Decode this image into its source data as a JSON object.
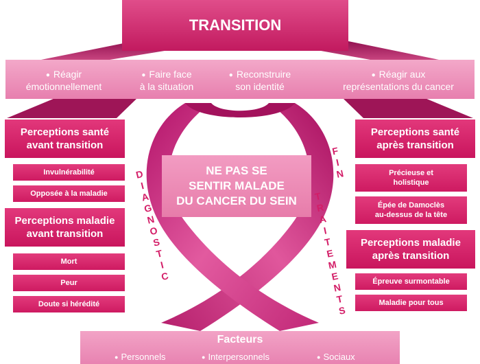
{
  "title": "TRANSITION",
  "reactions": [
    {
      "line1": "Réagir",
      "line2": "émotionnellement"
    },
    {
      "line1": "Faire face",
      "line2": "à la situation"
    },
    {
      "line1": "Reconstruire",
      "line2": "son identité"
    },
    {
      "line1": "Réagir aux",
      "line2": "représentations du cancer"
    }
  ],
  "left": {
    "health_title_1": "Perceptions santé",
    "health_title_2": "avant transition",
    "health_items": [
      "Invulnérabilité",
      "Opposée à la maladie"
    ],
    "illness_title_1": "Perceptions maladie",
    "illness_title_2": "avant transition",
    "illness_items": [
      "Mort",
      "Peur",
      "Doute si hérédité"
    ]
  },
  "right": {
    "health_title_1": "Perceptions santé",
    "health_title_2": "après transition",
    "health_items": [
      {
        "line1": "Précieuse et",
        "line2": "holistique"
      },
      {
        "line1": "Épée de Damoclès",
        "line2": "au-dessus de la tête"
      }
    ],
    "illness_title_1": "Perceptions maladie",
    "illness_title_2": "après transition",
    "illness_items": [
      "Épreuve surmontable",
      "Maladie pour tous"
    ]
  },
  "center": {
    "line1": "NE PAS SE",
    "line2": "SENTIR MALADE",
    "line3": "DU CANCER DU SEIN"
  },
  "labels": {
    "diagnostic": [
      "D",
      "I",
      "A",
      "G",
      "N",
      "O",
      "S",
      "T",
      "I",
      "C"
    ],
    "fin": [
      "F",
      "I",
      "N"
    ],
    "traitements": [
      "T",
      "R",
      "A",
      "I",
      "T",
      "E",
      "M",
      "E",
      "N",
      "T",
      "S"
    ]
  },
  "factors": {
    "title": "Facteurs",
    "items": [
      "Personnels",
      "Interpersonnels",
      "Sociaux"
    ]
  },
  "colors": {
    "dark_pink": "#cc1a5f",
    "light_pink": "#ee93bb",
    "ribbon": "#d6438c"
  }
}
